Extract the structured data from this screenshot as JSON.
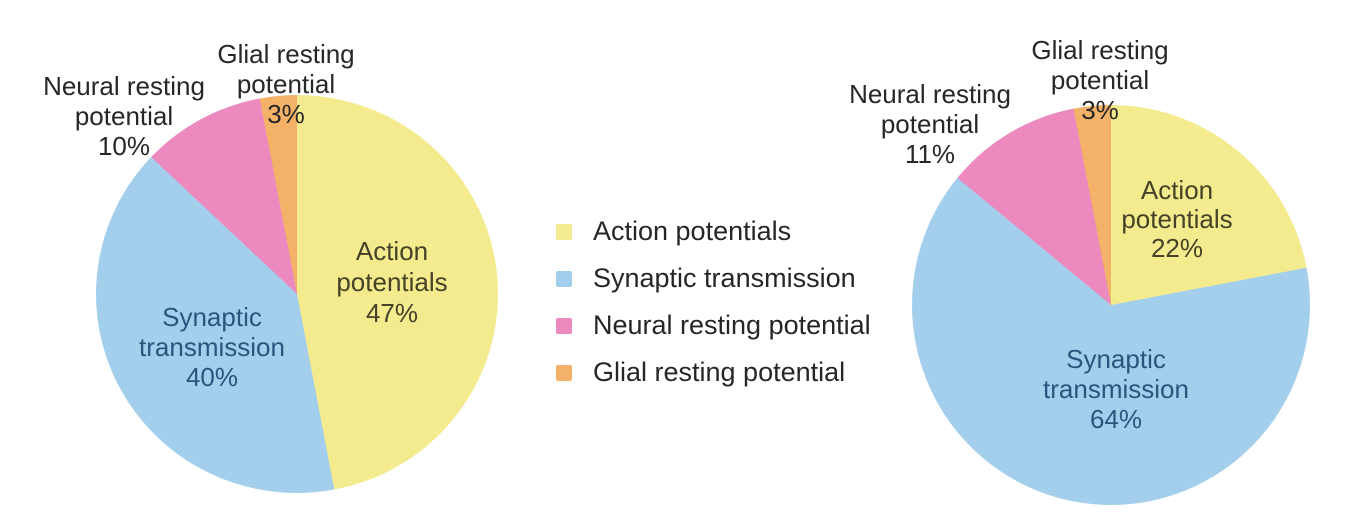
{
  "figure": {
    "background": "#ffffff",
    "description_unit": "%"
  },
  "legend": {
    "position": "center-between-pies",
    "items": [
      {
        "label": "Action potentials",
        "color": "#f3eb8d"
      },
      {
        "label": "Synaptic transmission",
        "color": "#a3cfec"
      },
      {
        "label": "Neural resting potential",
        "color": "#ec8ac0"
      },
      {
        "label": "Glial resting potential",
        "color": "#f4b269"
      }
    ]
  },
  "chart_data": [
    {
      "type": "pie",
      "title": "",
      "labels": [
        "Action potentials",
        "Synaptic transmission",
        "Neural resting potential",
        "Glial resting potential"
      ],
      "values": [
        47,
        40,
        10,
        3
      ],
      "colors": [
        "#f3eb8d",
        "#a3cfec",
        "#ec8ac0",
        "#f4b269"
      ],
      "unit": "%",
      "start_angle": "12-o-clock",
      "direction": "clockwise",
      "slice_labels": {
        "action": "Action\npotentials\n47%",
        "synaptic": "Synaptic\ntransmission\n40%",
        "neural": "Neural resting\npotential\n10%",
        "glial": "Glial resting\npotential\n3%"
      }
    },
    {
      "type": "pie",
      "title": "",
      "labels": [
        "Action potentials",
        "Synaptic transmission",
        "Neural resting potential",
        "Glial resting potential"
      ],
      "values": [
        22,
        64,
        11,
        3
      ],
      "colors": [
        "#f3eb8d",
        "#a3cfec",
        "#ec8ac0",
        "#f4b269"
      ],
      "unit": "%",
      "start_angle": "12-o-clock",
      "direction": "clockwise",
      "slice_labels": {
        "action": "Action\npotentials\n22%",
        "synaptic": "Synaptic\ntransmission\n64%",
        "neural": "Neural resting\npotential\n11%",
        "glial": "Glial resting\npotential\n3%"
      }
    }
  ]
}
